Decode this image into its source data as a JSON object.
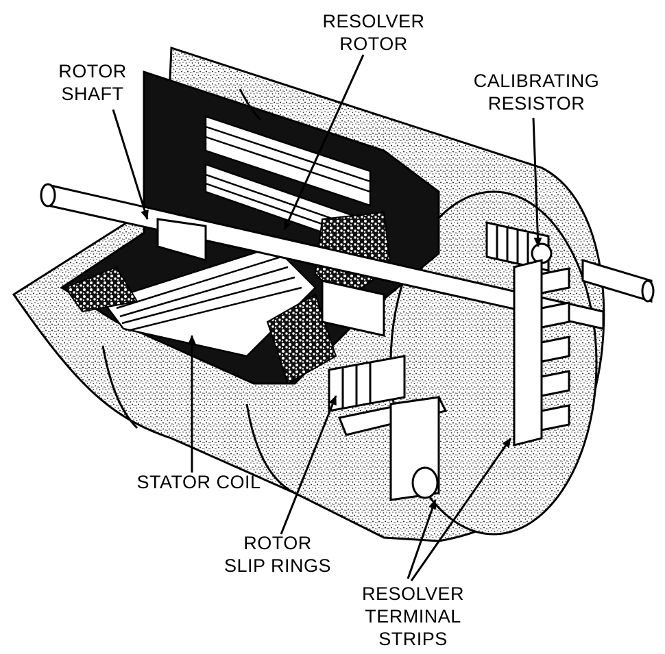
{
  "labels": {
    "resolver_rotor": [
      "RESOLVER",
      "ROTOR"
    ],
    "rotor_shaft": [
      "ROTOR",
      "SHAFT"
    ],
    "calibrating_resistor": [
      "CALIBRATING",
      "RESISTOR"
    ],
    "stator_coil": [
      "STATOR COIL"
    ],
    "rotor_slip_rings": [
      "ROTOR",
      "SLIP RINGS"
    ],
    "resolver_terminal_strips": [
      "RESOLVER",
      "TERMINAL",
      "STRIPS"
    ]
  },
  "colors": {
    "ink": "#000000",
    "paper": "#ffffff",
    "stipple": "#3a3a3a"
  }
}
